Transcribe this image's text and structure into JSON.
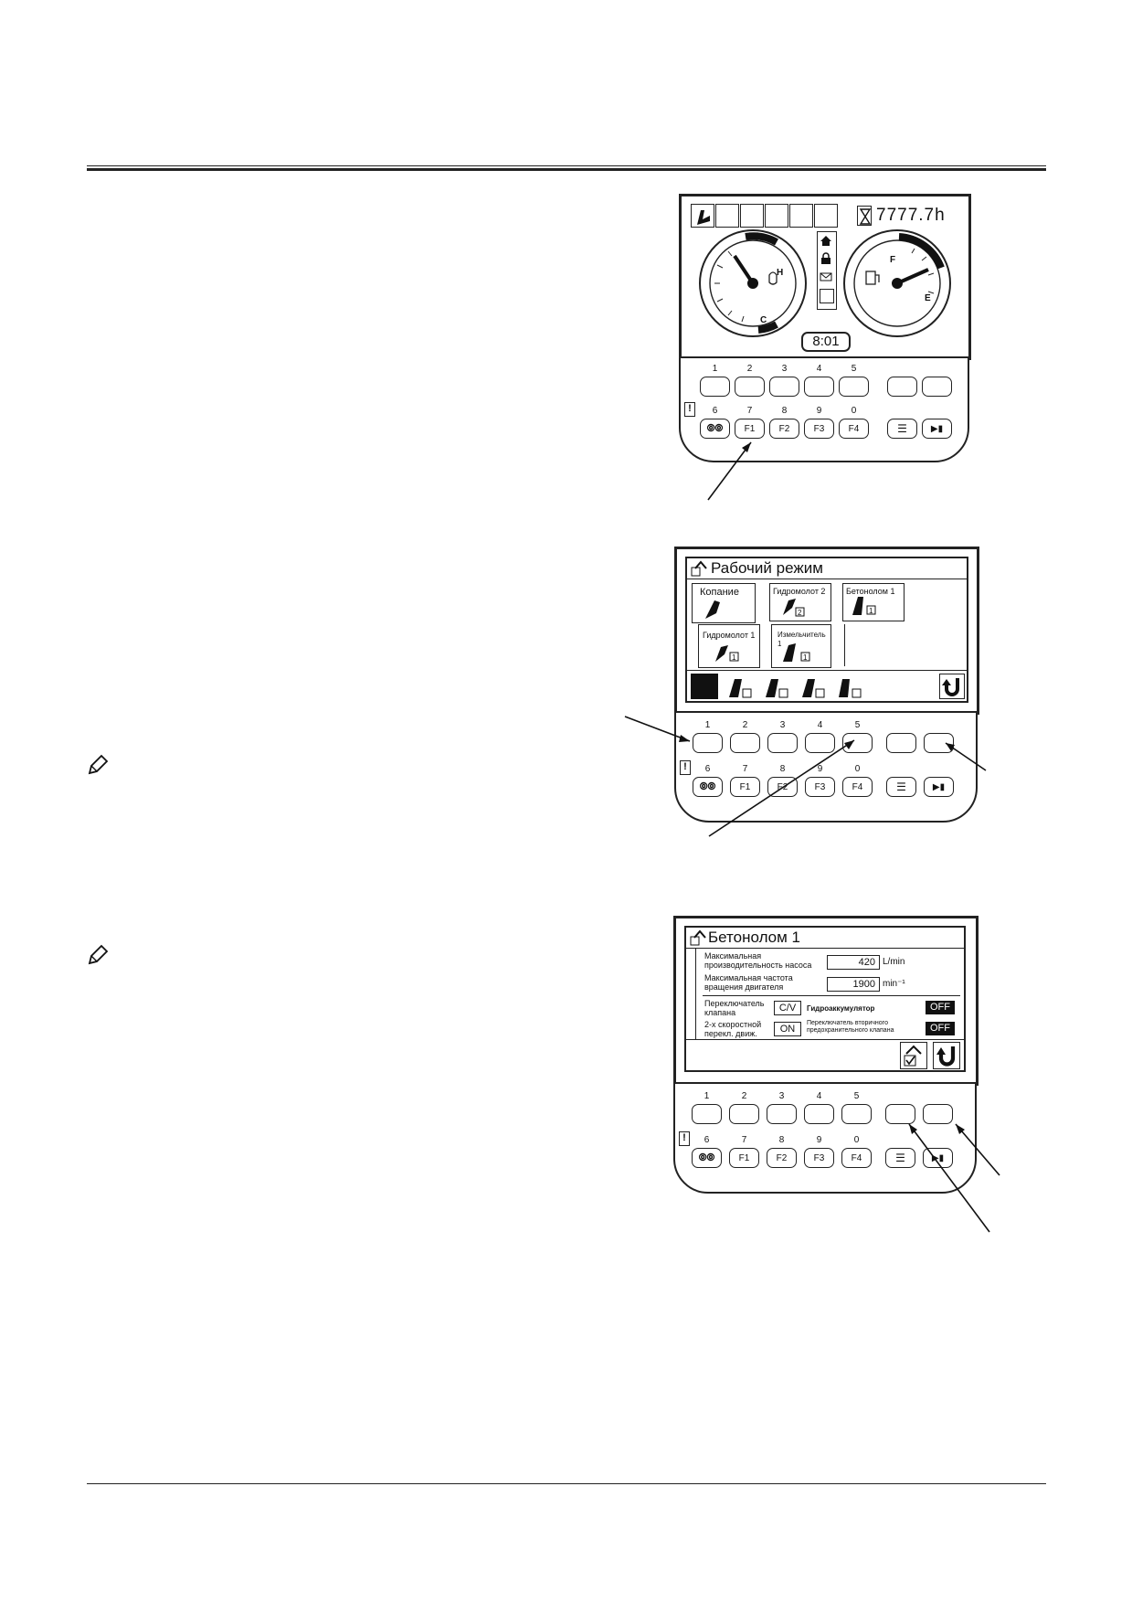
{
  "panel1": {
    "hour_meter": "7777.7h",
    "clock": "8:01",
    "temp_gauge": {
      "high": "H",
      "low": "C"
    },
    "fuel_gauge": {
      "full": "F",
      "empty": "E"
    }
  },
  "panel2": {
    "title": "Рабочий режим",
    "modes": {
      "digging": "Копание",
      "breaker2": "Гидромолот 2",
      "crusher1": "Бетонолом 1",
      "breaker1": "Гидромолот 1",
      "pulverizer1": "Измельчитель 1"
    },
    "mode_numbers": {
      "n1": "1",
      "n2": "2"
    }
  },
  "panel3": {
    "title": "Бетонолом 1",
    "max_pump_label": "Максимальная производительность насоса",
    "max_pump_value": "420",
    "max_pump_unit": "L/min",
    "max_engine_label": "Максимальная частота вращения двигателя",
    "max_engine_value": "1900",
    "max_engine_unit": "min⁻¹",
    "valve_switch_label": "Переключатель клапана",
    "valve_switch_value": "C/V",
    "accumulator_label": "Гидроаккумулятор",
    "accumulator_value": "OFF",
    "two_speed_label": "2-х скоростной перекл. движ.",
    "two_speed_value": "ON",
    "secondary_relief_label": "Переключатель вторичного предохранительного клапана",
    "secondary_relief_value": "OFF"
  },
  "keypad": {
    "top_numbers": [
      "1",
      "2",
      "3",
      "4",
      "5"
    ],
    "bottom_numbers": [
      "6",
      "7",
      "8",
      "9",
      "0"
    ],
    "bottom_keys": [
      "F1",
      "F2",
      "F3",
      "F4"
    ]
  },
  "colors": {
    "ink": "#222222",
    "tag_bg": "#111111"
  }
}
